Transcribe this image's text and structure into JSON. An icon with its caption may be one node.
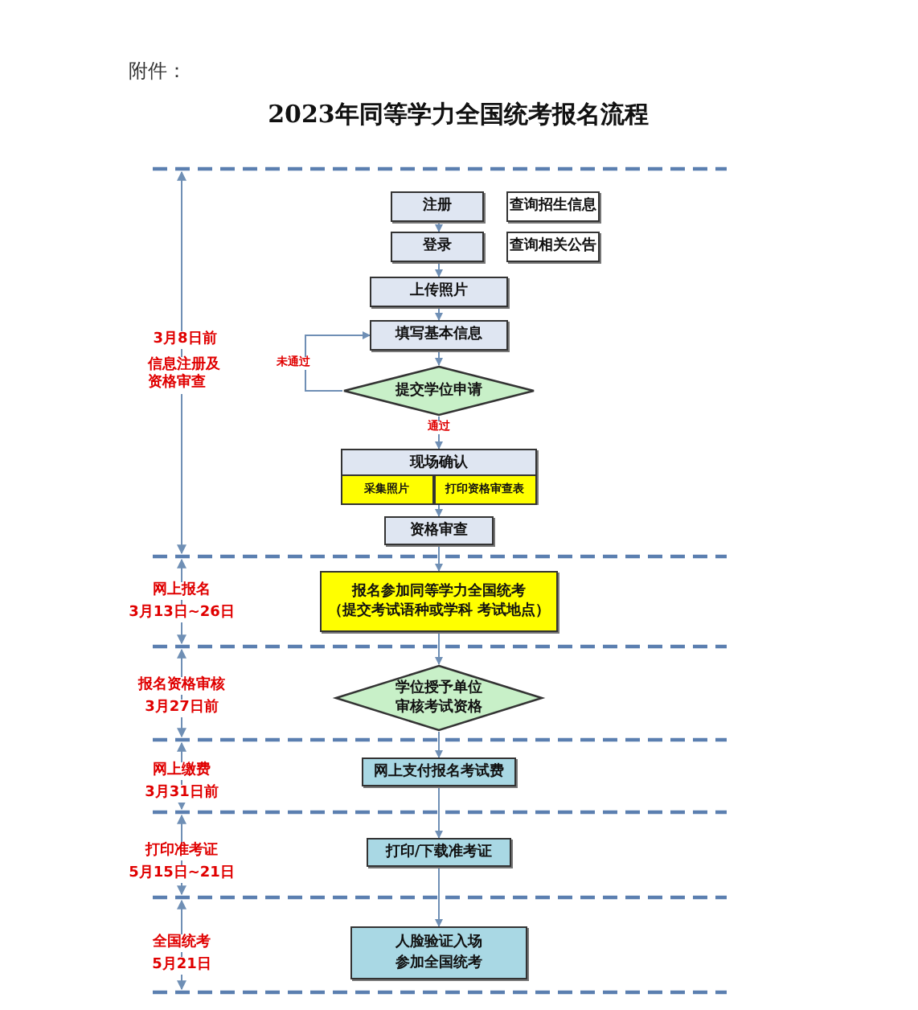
{
  "diagram": {
    "title": "2023年同等学力全国统考报名流程",
    "nodes": [
      {
        "text": [
          "注册"
        ]
      },
      {
        "text": [
          "查询招生信息"
        ]
      },
      {
        "text": [
          "登录"
        ]
      },
      {
        "text": [
          "查询相关公告"
        ]
      },
      {
        "text": [
          "上传照片"
        ]
      },
      {
        "text": [
          "填写基本信息"
        ]
      },
      {
        "text": [
          "提交学位申请"
        ]
      },
      {
        "text": [
          "现场确认"
        ]
      },
      {
        "text": [
          "采集照片"
        ],
        "in": 7
      },
      {
        "text": [
          "打印资格审查表"
        ],
        "in": 7
      },
      {
        "text": [
          "资格审查"
        ]
      },
      {
        "text": [
          "报名参加同等学力全国统考",
          "（提交考试语种或学科 考试地点）"
        ]
      },
      {
        "text": [
          "学位授予单位审核考试资格"
        ]
      },
      {
        "text": [
          "网上支付报名考试费"
        ]
      },
      {
        "text": [
          "打印/下载准考证"
        ]
      },
      {
        "text": [
          "人脸验证入场参加全国统考"
        ]
      }
    ],
    "edges": [
      {
        "from": 0,
        "to": 2,
        "arrow": "to"
      },
      {
        "from": 2,
        "to": 4,
        "arrow": "to"
      },
      {
        "from": 4,
        "to": 5,
        "arrow": "to"
      },
      {
        "from": 5,
        "to": 6,
        "arrow": "to"
      },
      {
        "from": 6,
        "to": 5,
        "arrow": "to",
        "label": "未通过"
      },
      {
        "from": 6,
        "to": 7,
        "arrow": "to",
        "label": "通过"
      },
      {
        "from": 7,
        "to": 10,
        "arrow": "to"
      },
      {
        "from": 10,
        "to": 11,
        "arrow": "to"
      },
      {
        "from": 11,
        "to": 12,
        "arrow": "to"
      },
      {
        "from": 12,
        "to": 13,
        "arrow": "to"
      },
      {
        "from": 13,
        "to": 14,
        "arrow": "to"
      },
      {
        "from": 14,
        "to": 15,
        "arrow": "to"
      }
    ],
    "labels": [
      "附件：",
      "3月8日前",
      "信息注册及资格审查",
      "网上报名",
      "3月13日~26日",
      "报名资格审核",
      "3月27日前",
      "网上缴费",
      "3月31日前",
      "打印准考证",
      "5月15日~21日",
      "全国统考",
      "5月21日"
    ]
  }
}
